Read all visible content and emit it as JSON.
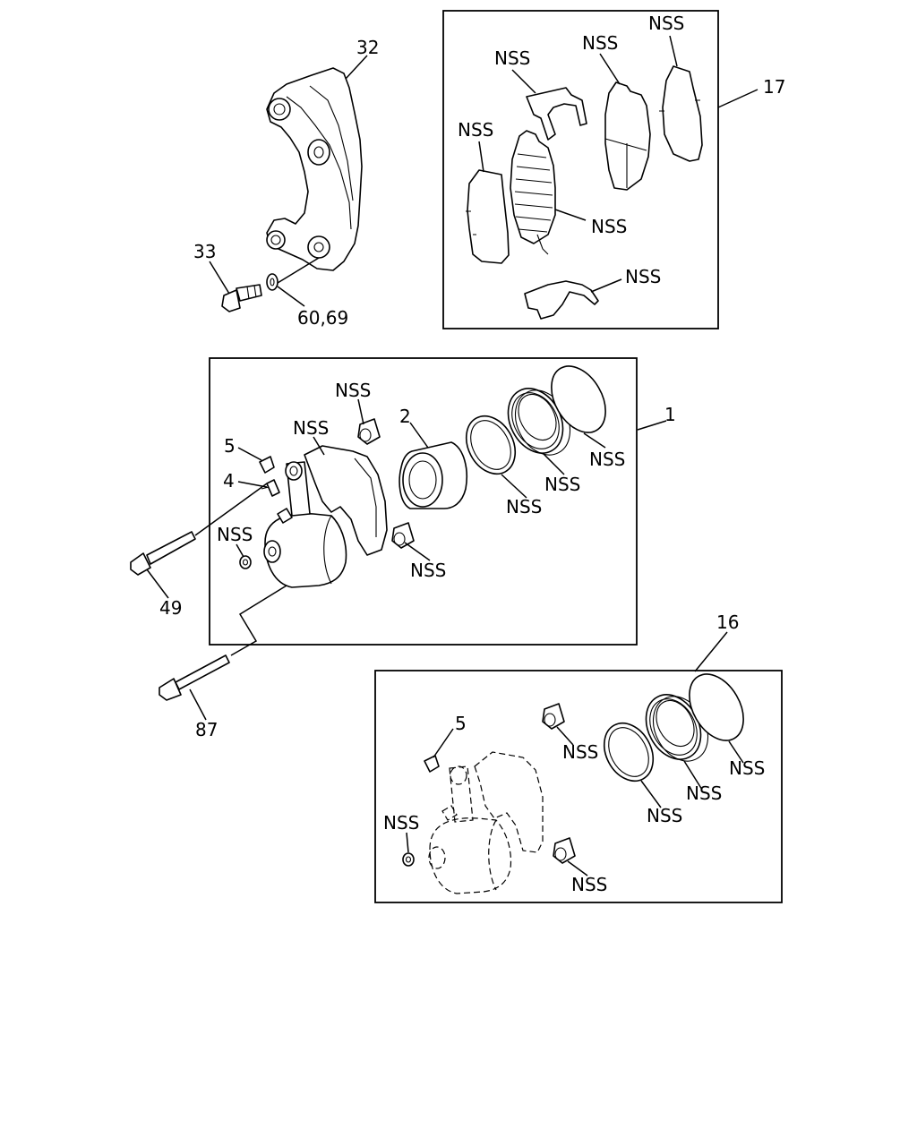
{
  "labels": {
    "caliper_bracket": "32",
    "bracket_bolt": "33",
    "washer": "60,69",
    "pad_kit": "17",
    "caliper_assembly": "1",
    "piston": "2",
    "bleeder_cap": "5",
    "bleeder_screw": "4",
    "guide_bolt_upper": "49",
    "guide_bolt_lower": "87",
    "seal_kit": "16",
    "seal_kit_cap": "5",
    "nss": "NSS"
  }
}
